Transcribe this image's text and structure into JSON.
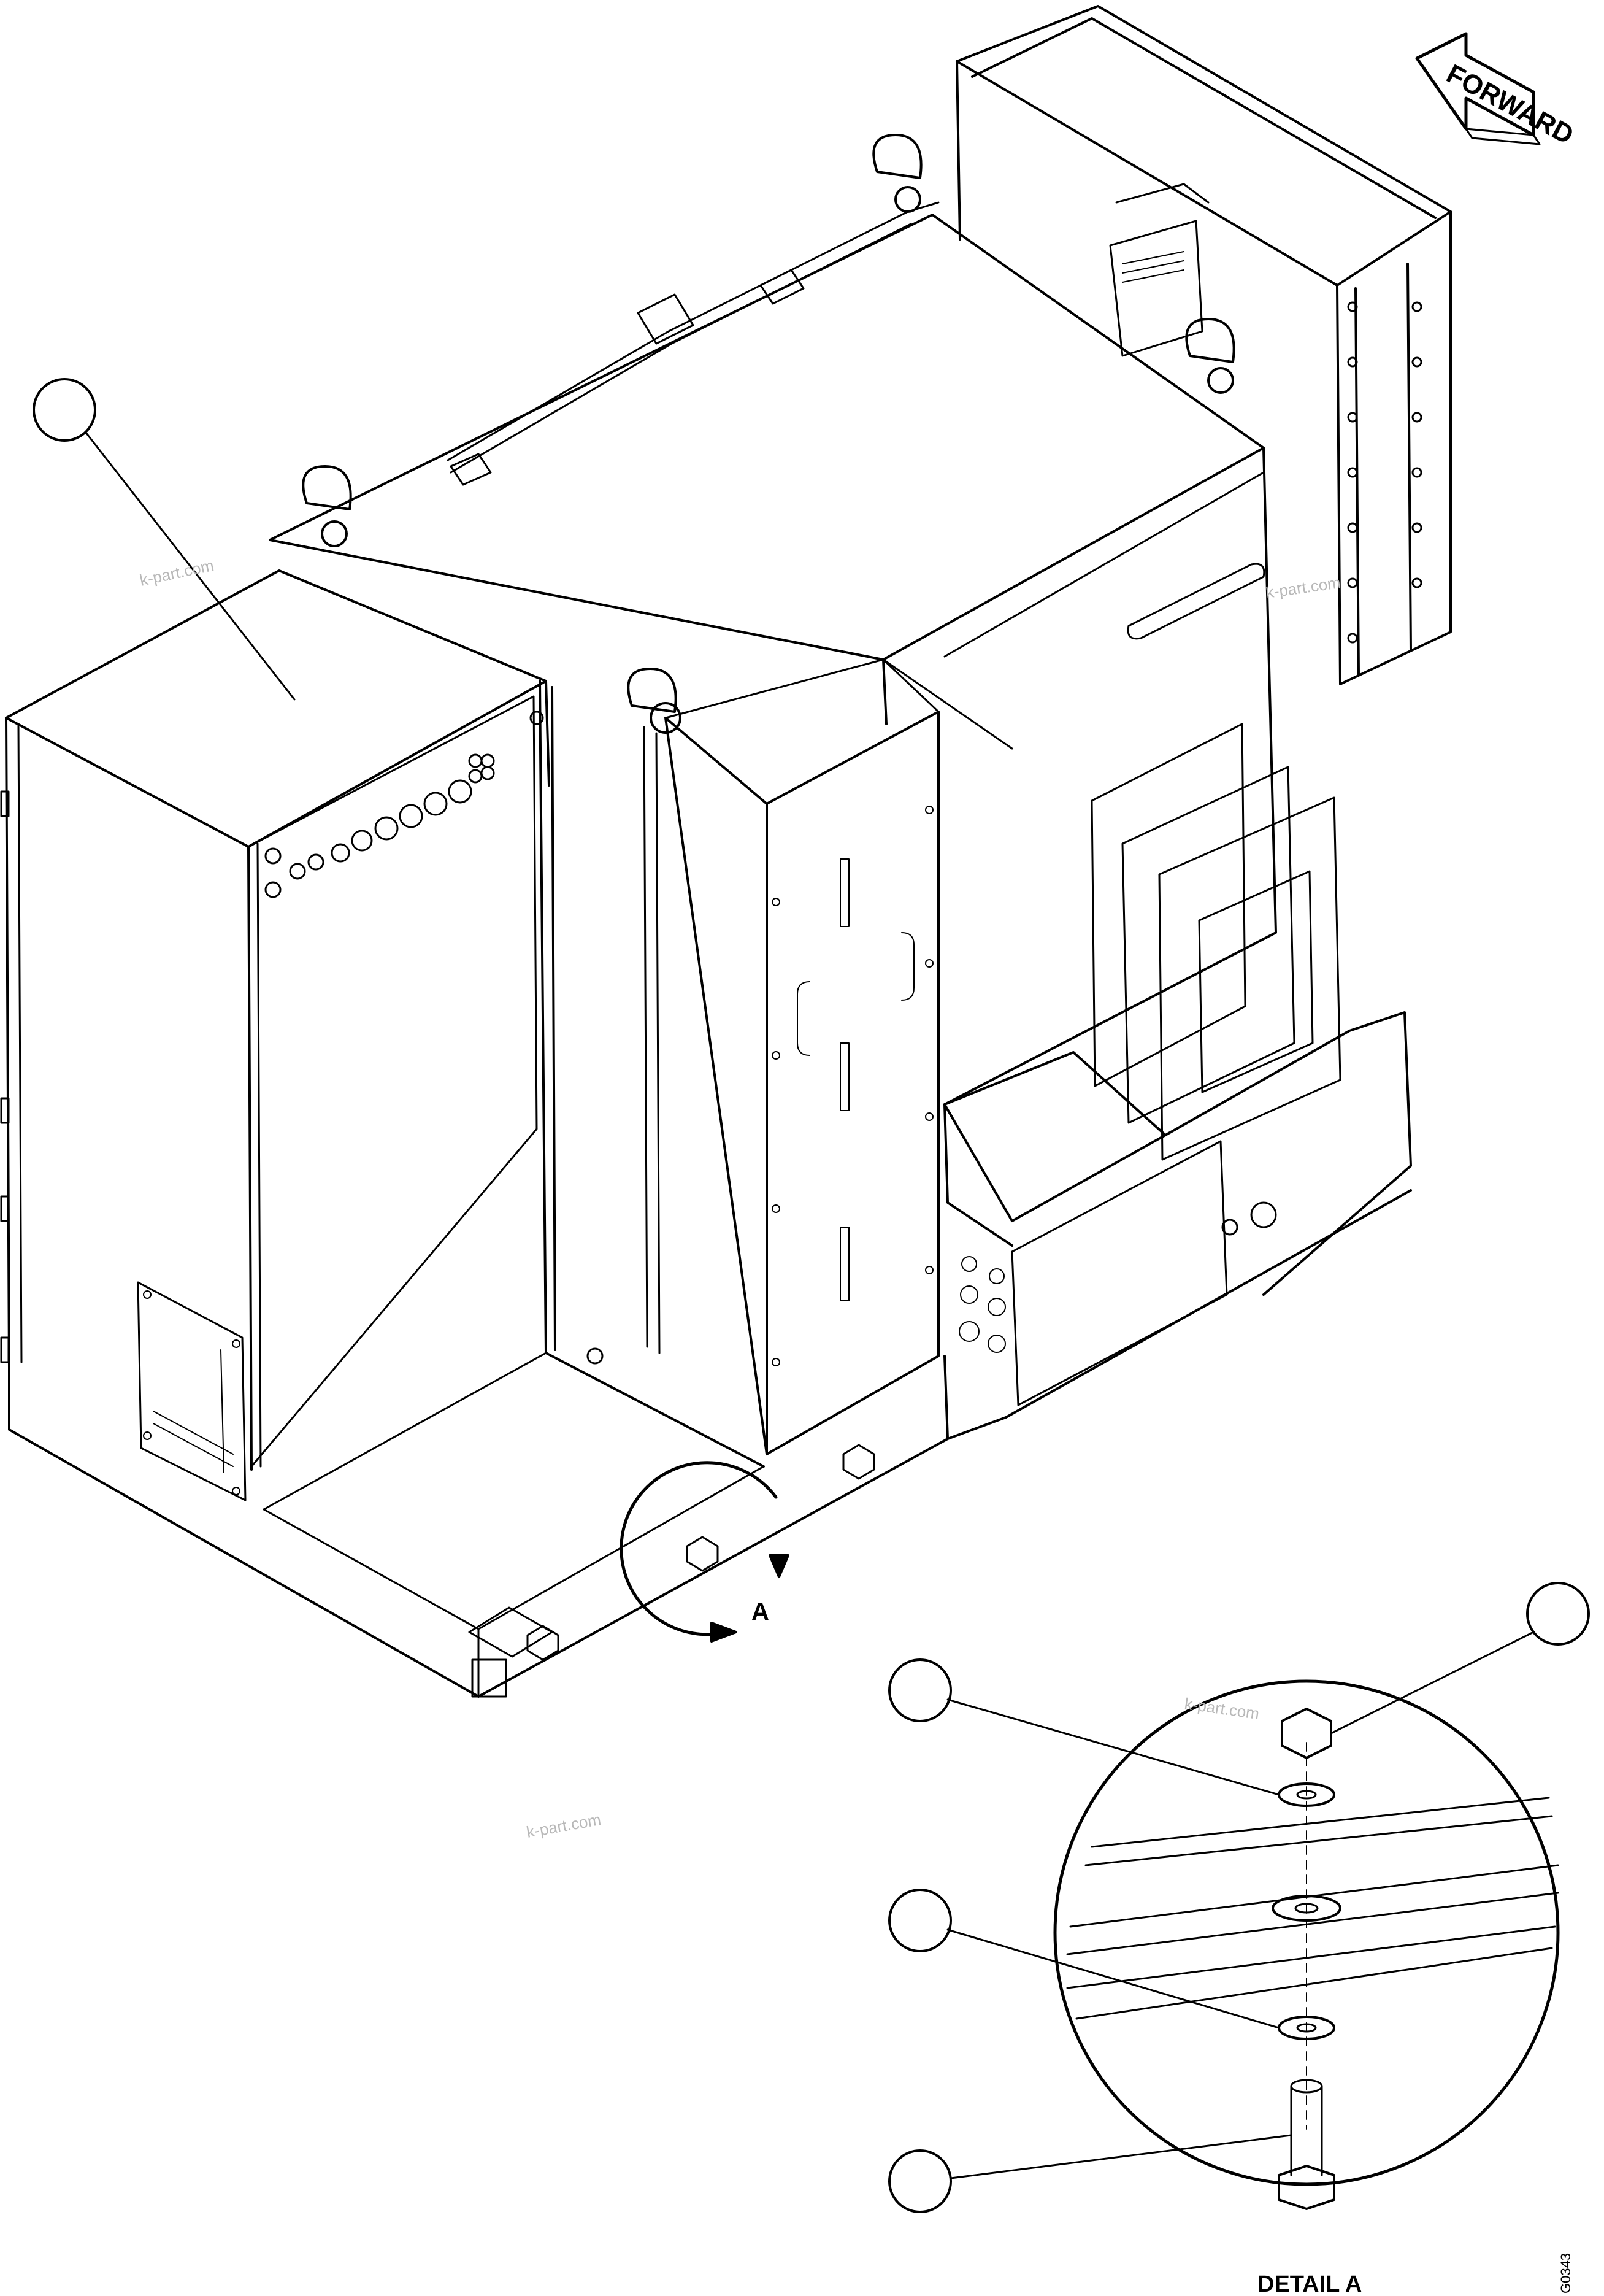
{
  "drawing": {
    "forward_arrow_label": "FORWARD",
    "detail_callout_letter": "A",
    "detail_caption": "DETAIL A",
    "figure_code": "G0343",
    "watermark": "k-part.com",
    "callout_balloons": [
      "",
      "",
      "",
      "",
      ""
    ]
  }
}
